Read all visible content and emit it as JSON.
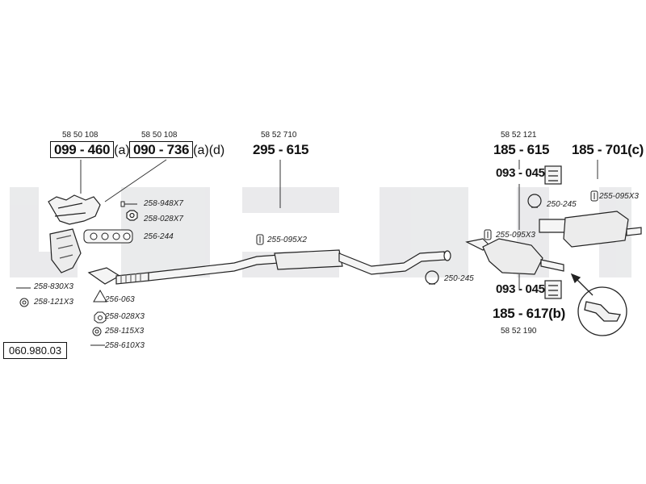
{
  "catalog_number": "060.980.03",
  "oe_numbers": {
    "manifold_a": "58 50 108",
    "manifold_b": "58 50 108",
    "front_pipe": "58 52 710",
    "rear_muffler": "58 52 121",
    "middle_muffler": "58 52 190"
  },
  "part_numbers": {
    "manifold_a": "099 - 460",
    "manifold_b": "090 - 736",
    "front_pipe": "295 - 615",
    "rear_muffler": "185 - 615",
    "rear_muffler_alt": "185 - 701(c)",
    "middle_muffler": "185 - 617(b)",
    "hanger_top": "093 - 045",
    "hanger_bottom": "093 - 045"
  },
  "suffixes": {
    "manifold_a": "(a)",
    "manifold_b": "(a)(d)"
  },
  "accessories": {
    "a1": "258-948X7",
    "a2": "258-028X7",
    "a3": "256-244",
    "a4": "258-830X3",
    "a5": "258-121X3",
    "a6": "256-063",
    "a7": "258-028X3",
    "a8": "258-115X3",
    "a9": "258-610X3",
    "clamp_mid": "255-095X2",
    "clamp_front": "250-245",
    "clamp_rear_mid": "255-095X3",
    "clamp_top": "250-245",
    "clamp_top_right": "255-095X3"
  },
  "watermark": "bosal",
  "icon_names": [
    "exhaust-manifold-icon",
    "catalytic-converter-icon",
    "gasket-icon",
    "nut-icon",
    "bolt-icon",
    "washer-icon",
    "clamp-icon",
    "rubber-hanger-icon",
    "pipe-icon",
    "muffler-icon"
  ]
}
